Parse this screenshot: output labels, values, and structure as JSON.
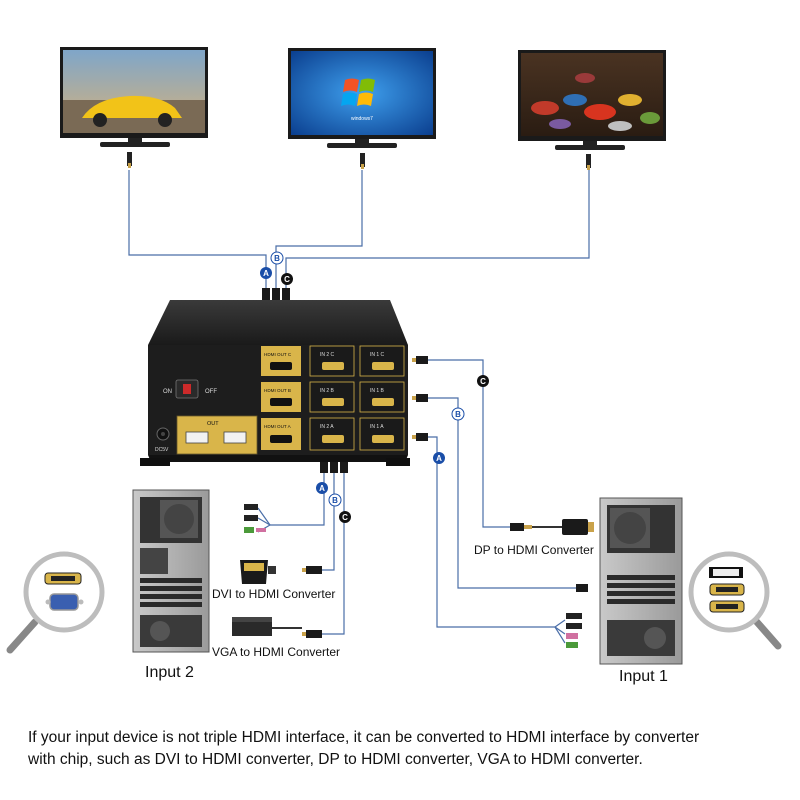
{
  "colors": {
    "cable": "#4a6ea8",
    "badge": "#1a4ea8",
    "kvm_body": "#1d1d1d",
    "gold_panel": "#d9b54a",
    "monitor_frame": "#1a1a1a"
  },
  "cable_badges": {
    "a": "A",
    "b": "B",
    "c": "C"
  },
  "kvm": {
    "power_on": "ON",
    "power_off": "OFF",
    "dc_label": "DC5V",
    "usb_out": "OUT",
    "ports": {
      "hdmi_out_c": "HDMI OUT C",
      "hdmi_out_b": "HDMI OUT B",
      "hdmi_out_a": "HDMI OUT A",
      "in2_c": "IN 2 C",
      "in2_b": "IN 2 B",
      "in2_a": "IN 2 A",
      "in1_c": "IN 1 C",
      "in1_b": "IN 1 B",
      "in1_a": "IN 1 A"
    }
  },
  "labels": {
    "dp_converter": "DP to HDMI Converter",
    "dvi_converter": "DVI to HDMI Converter",
    "vga_converter": "VGA to HDMI Converter",
    "input_1": "Input 1",
    "input_2": "Input 2",
    "windows_text": "windows7"
  },
  "caption": {
    "line1": "If your input device is not triple HDMI interface, it can be converted to HDMI interface by converter",
    "line2": "with chip, such as DVI to HDMI converter, DP to HDMI converter, VGA to HDMI converter."
  }
}
